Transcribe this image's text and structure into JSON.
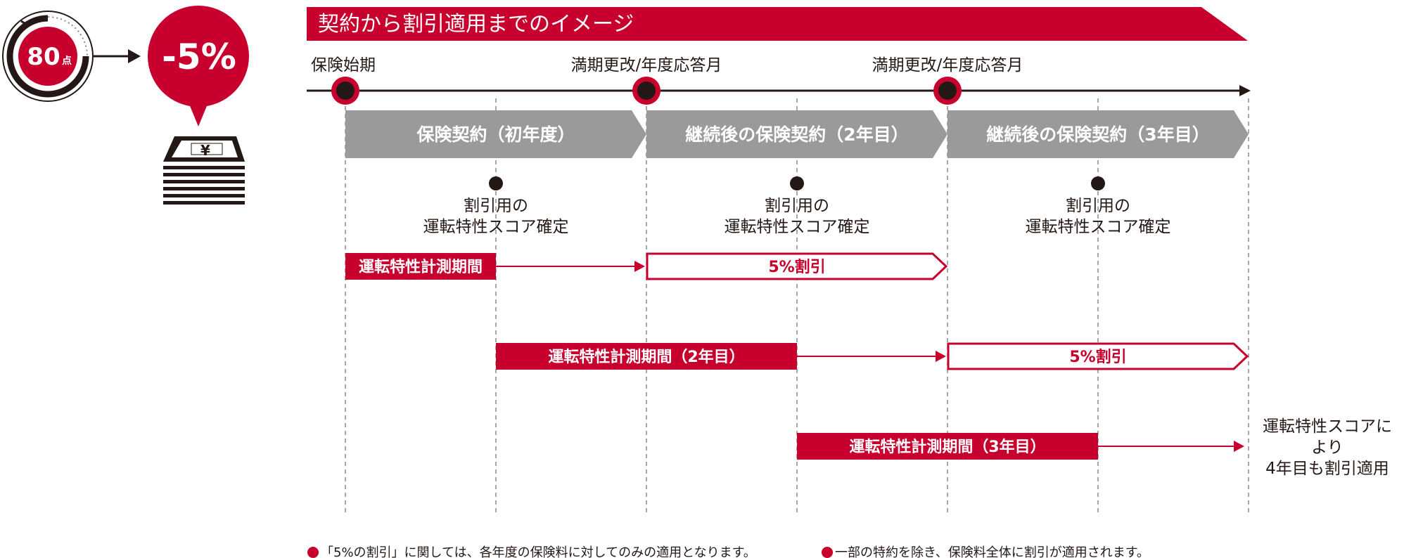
{
  "header": {
    "title": "契約から割引適用までのイメージ"
  },
  "score_badge": {
    "score": "80",
    "unit": "点",
    "discount": "-5%",
    "currency_symbol": "¥"
  },
  "timeline": {
    "start_label": "保険始期",
    "renewal_label_1": "満期更改/年度応答月",
    "renewal_label_2": "満期更改/年度応答月"
  },
  "phases": [
    {
      "label": "保険契約（初年度）"
    },
    {
      "label": "継続後の保険契約（2年目）"
    },
    {
      "label": "継続後の保険契約（3年目）"
    }
  ],
  "score_confirm": [
    {
      "line1": "割引用の",
      "line2": "運転特性スコア確定"
    },
    {
      "line1": "割引用の",
      "line2": "運転特性スコア確定"
    },
    {
      "line1": "割引用の",
      "line2": "運転特性スコア確定"
    }
  ],
  "measurement_periods": [
    {
      "label": "運転特性計測期間"
    },
    {
      "label": "運転特性計測期間（2年目）"
    },
    {
      "label": "運転特性計測期間（3年目）"
    }
  ],
  "discounts": [
    {
      "label": "5%割引"
    },
    {
      "label": "5%割引"
    }
  ],
  "year4_note": {
    "line1": "運転特性スコアに",
    "line2": "より",
    "line3": "4年目も割引適用"
  },
  "footnote": {
    "note1": "「5%の割引」に関しては、各年度の保険料に対してのみの適用となります。",
    "note2": "一部の特約を除き、保険料全体に割引が適用されます。"
  },
  "colors": {
    "accent": "#c8002d",
    "phase_gray": "#9a9a9a",
    "text": "#231815"
  }
}
